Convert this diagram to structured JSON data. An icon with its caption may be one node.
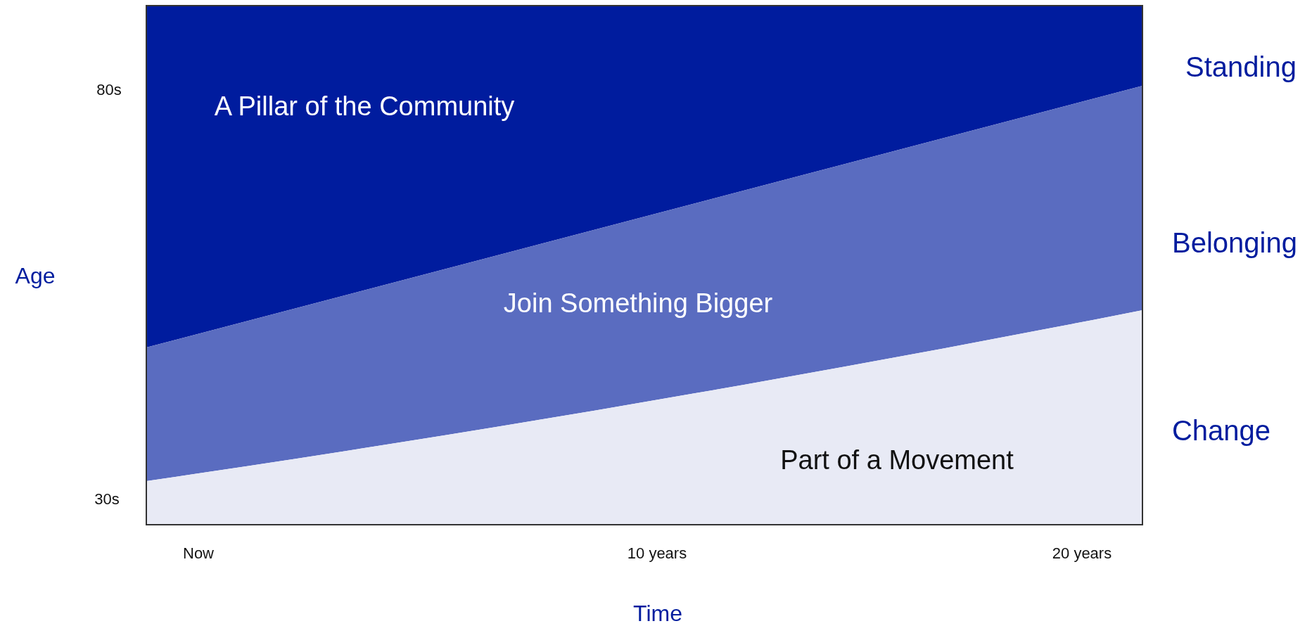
{
  "diagram": {
    "nodes": [
      {
        "text": [
          "A Pillar of the Community"
        ]
      },
      {
        "text": [
          "Join Something Bigger"
        ]
      },
      {
        "text": [
          "Part of a Movement"
        ]
      }
    ],
    "labels": [
      "Standing",
      "80s",
      "Belonging",
      "Age",
      "Change",
      "30s",
      "Now",
      "10 years",
      "20 years",
      "Time"
    ]
  }
}
